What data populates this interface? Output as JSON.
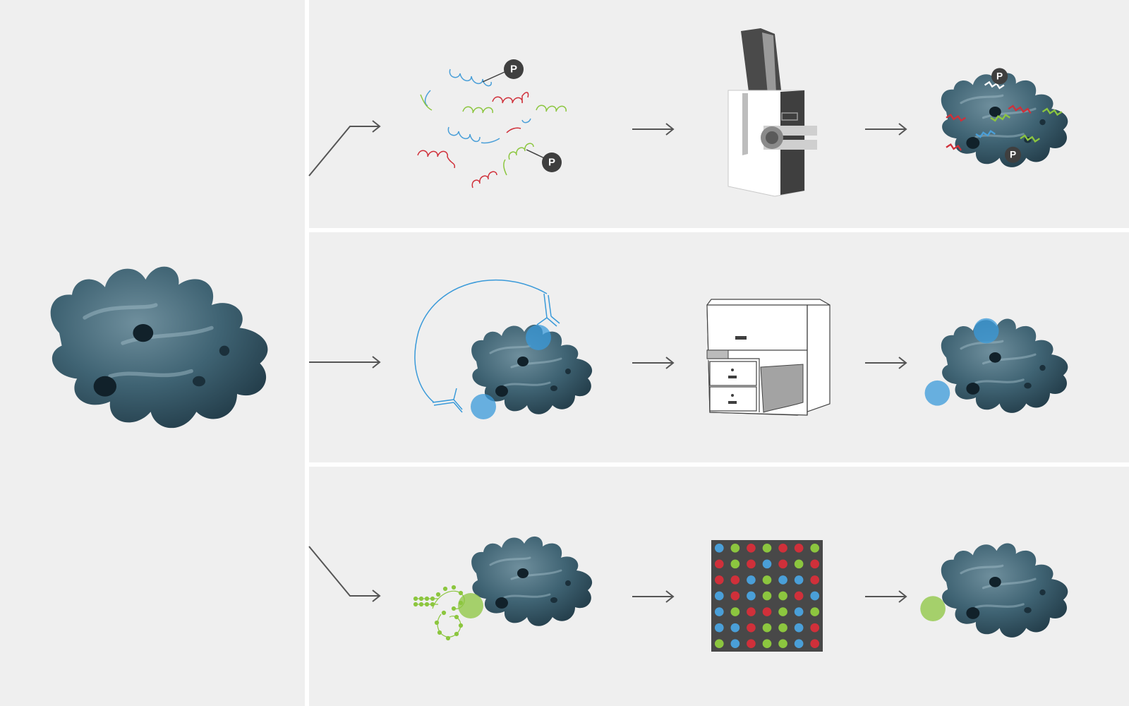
{
  "colors": {
    "background": "#efefef",
    "divider": "#ffffff",
    "protein": "#3b5d6d",
    "protein_highlight": "#a6c2cc",
    "arrow": "#555555",
    "peptide_blue": "#4a9fd8",
    "peptide_red": "#d0303a",
    "peptide_green": "#8cc63f",
    "antibody_blue": "#3a9ad9",
    "phospho_badge": "#3f3f3f",
    "array_bg": "#484848"
  },
  "labels": {
    "phospho": "P"
  },
  "icons": {
    "protein": "protein-structure-icon",
    "mass_spectrometer": "mass-spectrometer-icon",
    "automated_analyzer": "automated-immunoassay-instrument-icon",
    "aptamer": "aptamer-icon",
    "microarray": "microarray-icon",
    "antibody": "antibody-icon",
    "arrow": "arrow-right-icon"
  },
  "microarray": {
    "rows": 7,
    "cols": 7,
    "spots": [
      "b",
      "g",
      "r",
      "g",
      "r",
      "r",
      "g",
      "r",
      "g",
      "r",
      "b",
      "r",
      "g",
      "r",
      "r",
      "r",
      "b",
      "g",
      "b",
      "b",
      "r",
      "b",
      "r",
      "b",
      "g",
      "g",
      "r",
      "b",
      "b",
      "g",
      "r",
      "r",
      "g",
      "b",
      "g",
      "b",
      "b",
      "r",
      "g",
      "g",
      "b",
      "r",
      "g",
      "b",
      "r",
      "g",
      "g",
      "b",
      "r"
    ]
  },
  "rows": [
    {
      "method": "phosphopeptide-mass-spectrometry",
      "instrument": "mass-spectrometer-icon"
    },
    {
      "method": "antibody-immunoassay",
      "instrument": "automated-immunoassay-instrument-icon"
    },
    {
      "method": "aptamer-microarray",
      "instrument": "microarray-icon"
    }
  ]
}
